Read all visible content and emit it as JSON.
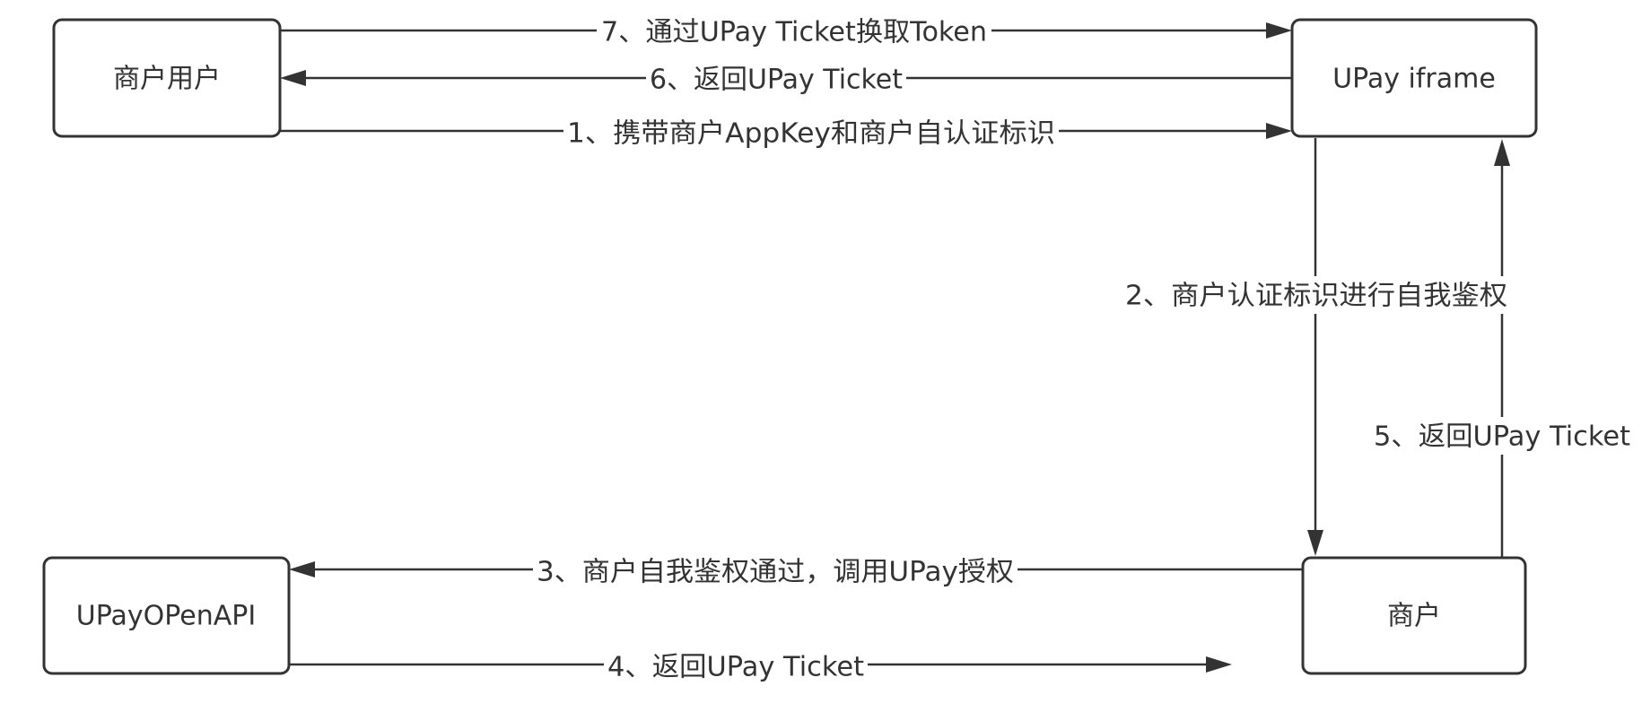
{
  "nodes": {
    "merchant_user": "商户用户",
    "upay_iframe": "UPay iframe",
    "upay_openapi": "UPayOPenAPI",
    "merchant": "商户"
  },
  "edges": {
    "step1": "1、携带商户AppKey和商户自认证标识",
    "step2": "2、商户认证标识进行自我鉴权",
    "step3": "3、商户自我鉴权通过，调用UPay授权",
    "step4": "4、返回UPay Ticket",
    "step5": "5、返回UPay Ticket",
    "step6": "6、返回UPay Ticket",
    "step7": "7、通过UPay Ticket换取Token"
  }
}
